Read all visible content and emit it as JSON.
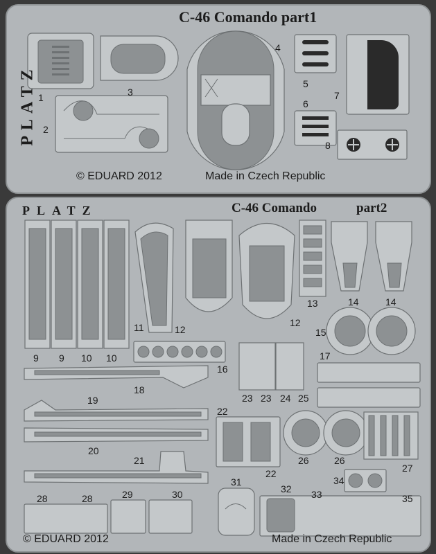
{
  "fret1": {
    "title": "C-46 Comando part1",
    "brand": "PLATZ",
    "copyright": "© EDUARD 2012",
    "made_in": "Made in Czech Republic",
    "part_numbers": [
      "1",
      "2",
      "3",
      "4",
      "5",
      "6",
      "7",
      "8"
    ]
  },
  "fret2": {
    "title": "C-46 Comando",
    "title_part": "part2",
    "brand": "PLATZ",
    "copyright": "© EDUARD 2012",
    "made_in": "Made in Czech Republic",
    "part_numbers": [
      "9",
      "9",
      "10",
      "10",
      "11",
      "12",
      "12",
      "13",
      "14",
      "14",
      "15",
      "16",
      "17",
      "18",
      "19",
      "20",
      "21",
      "22",
      "22",
      "23",
      "23",
      "24",
      "25",
      "26",
      "26",
      "27",
      "28",
      "28",
      "29",
      "30",
      "31",
      "32",
      "33",
      "34",
      "35"
    ]
  }
}
